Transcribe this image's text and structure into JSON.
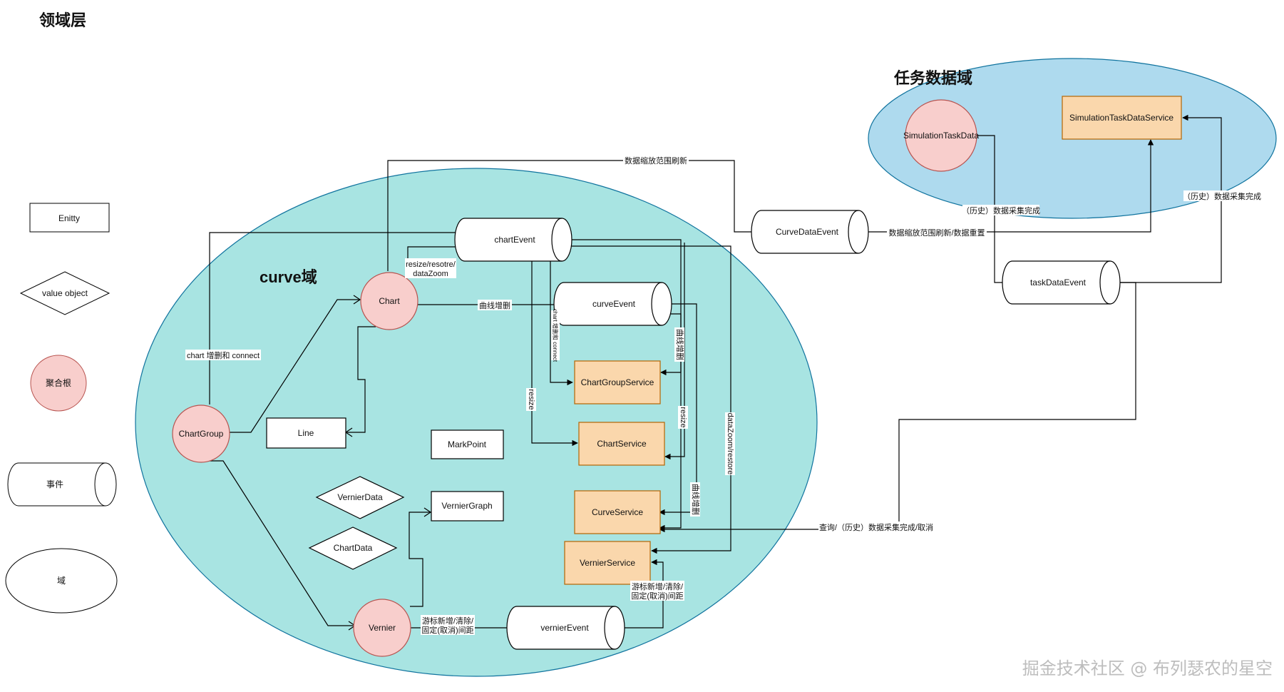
{
  "title": "领域层",
  "domains": {
    "curve": "curve域",
    "task": "任务数据域"
  },
  "legend": {
    "entity": "Enitty",
    "value_object": "value object",
    "aggregate": "聚合根",
    "event": "事件",
    "domain": "域"
  },
  "aggregates": {
    "chart": "Chart",
    "chart_group": "ChartGroup",
    "vernier": "Vernier",
    "simulation_task_data": "SimulationTaskData"
  },
  "entities": {
    "line": "Line",
    "mark_point": "MarkPoint",
    "vernier_graph": "VernierGraph"
  },
  "value_objects": {
    "vernier_data": "VernierData",
    "chart_data": "ChartData"
  },
  "events": {
    "chart_event": "chartEvent",
    "curve_event": "curveEvent",
    "vernier_event": "vernierEvent",
    "curve_data_event": "CurveDataEvent",
    "task_data_event": "taskDataEvent"
  },
  "services": {
    "chart_group_service": "ChartGroupService",
    "chart_service": "ChartService",
    "curve_service": "CurveService",
    "vernier_service": "VernierService",
    "simulation_task_data_service": "SimulationTaskDataService"
  },
  "edge_labels": {
    "zoom_refresh_top": "数据缩放范围刷新",
    "zoom_refresh_reset": "数据缩放范围刷新/数据重置",
    "resize_restore_line1": "resize/resotre/",
    "resize_restore_line2": "dataZoom",
    "curve_add_del": "曲线增删",
    "chart_add_del_connect": "chart 增删和 connect",
    "chart_add_del_connect_vertical": "chart 增删和 connect",
    "resize_left": "resize",
    "curve_add_del_v1": "曲线增删",
    "resize_right": "resize",
    "datazoom_restore": "dataZoom/restore",
    "curve_add_del_v2": "曲线增删",
    "query_history": "查询/（历史）数据采集完成/取消",
    "vernier_op1_line1": "游标新增/清除/",
    "vernier_op1_line2": "固定(取消)间距",
    "vernier_op2_line1": "游标新增/清除/",
    "vernier_op2_line2": "固定(取消)间距",
    "history_collect_left": "（历史）数据采集完成",
    "history_collect_right": "（历史）数据采集完成"
  },
  "watermark": "掘金技术社区 @ 布列瑟农的星空",
  "colors": {
    "curve_domain": "#a8e4e2",
    "task_domain": "#aedaee",
    "aggregate_fill": "#f8cecc",
    "aggregate_stroke": "#b85450",
    "service_fill": "#fad7ac",
    "service_stroke": "#b46504"
  }
}
